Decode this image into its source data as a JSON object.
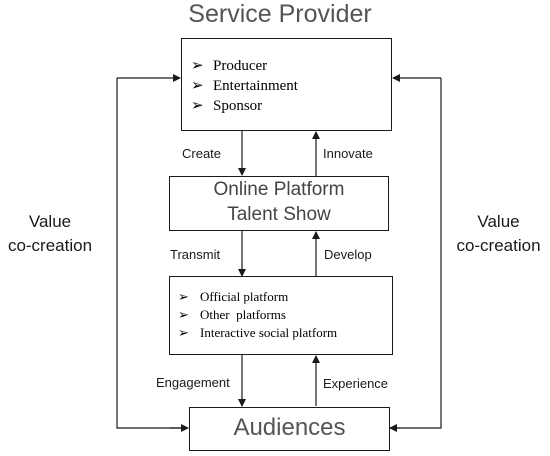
{
  "title": "Service Provider",
  "provider": {
    "bullet_glyph": "➢",
    "items": [
      "Producer",
      "Entertainment",
      "Sponsor"
    ]
  },
  "platform": {
    "line1": "Online Platform",
    "line2": "Talent Show"
  },
  "channels": {
    "bullet_glyph": "➢",
    "items": [
      "Official platform",
      "Other  platforms",
      "Interactive social platform"
    ]
  },
  "audiences": "Audiences",
  "arrows": {
    "create": "Create",
    "innovate": "Innovate",
    "transmit": "Transmit",
    "develop": "Develop",
    "engagement": "Engagement",
    "experience": "Experience"
  },
  "side": {
    "left_line1": "Value",
    "left_line2": "co-creation",
    "right_line1": "Value",
    "right_line2": "co-creation"
  }
}
